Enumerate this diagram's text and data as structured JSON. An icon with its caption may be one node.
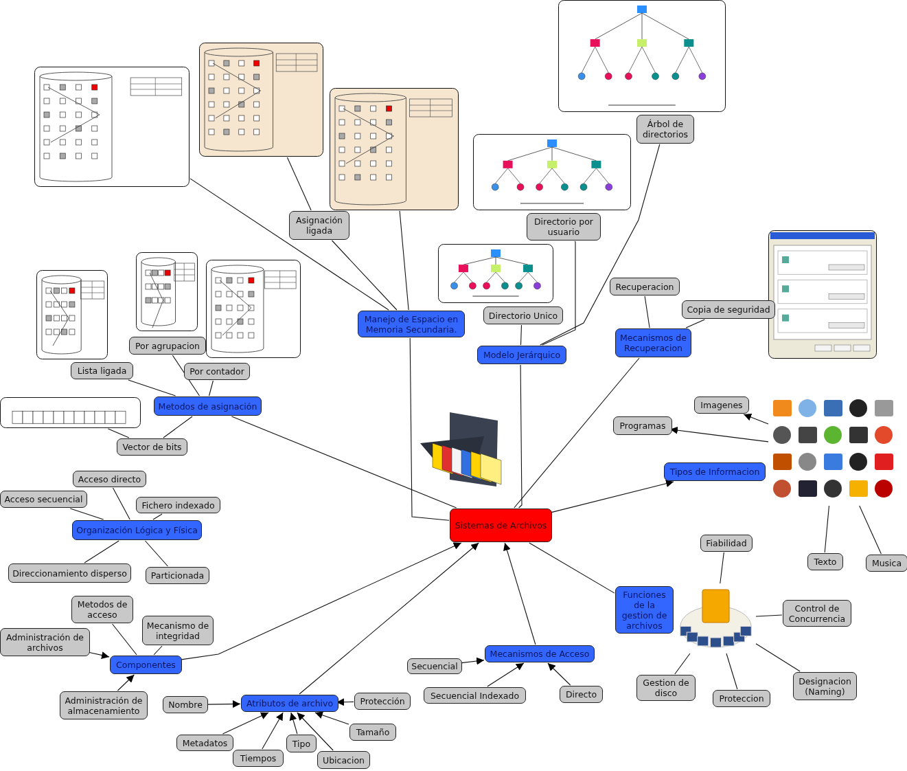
{
  "diagram": {
    "nodes": [
      {
        "text": [],
        "shape": "picture"
      },
      {
        "text": [],
        "shape": "picture"
      },
      {
        "text": [],
        "shape": "picture"
      },
      {
        "text": [],
        "shape": "picture"
      },
      {
        "text": [
          "Árbol de directorios"
        ]
      },
      {
        "text": [],
        "shape": "picture"
      },
      {
        "text": [
          "Asignación ligada"
        ]
      },
      {
        "text": [
          "Directorio por usuario"
        ]
      },
      {
        "text": [],
        "shape": "picture"
      },
      {
        "text": [],
        "shape": "picture"
      },
      {
        "text": [],
        "shape": "picture"
      },
      {
        "text": [],
        "shape": "picture"
      },
      {
        "text": [],
        "shape": "picture"
      },
      {
        "text": [
          "Recuperacion"
        ]
      },
      {
        "text": [
          "Copia de seguridad"
        ]
      },
      {
        "text": [
          "Directorio Unico"
        ]
      },
      {
        "text": [
          "Manejo de Espacio en Memoria Secundaria."
        ]
      },
      {
        "text": [
          "Mecanismos de Recuperacion"
        ]
      },
      {
        "text": [
          "Por agrupacion"
        ]
      },
      {
        "text": [
          "Modelo Jerárquico"
        ]
      },
      {
        "text": [
          "Lista ligada"
        ]
      },
      {
        "text": [
          "Por contador"
        ]
      },
      {
        "text": [
          "Metodos de asignación"
        ]
      },
      {
        "text": [],
        "shape": "picture"
      },
      {
        "text": [],
        "shape": "picture"
      },
      {
        "text": [
          "Imagenes"
        ]
      },
      {
        "text": [],
        "shape": "picture"
      },
      {
        "text": [
          "Programas"
        ]
      },
      {
        "text": [
          "Vector de bits"
        ]
      },
      {
        "text": [
          "Tipos de Informacion"
        ]
      },
      {
        "text": [
          "Acceso directo"
        ]
      },
      {
        "text": [
          "Acceso secuencial"
        ]
      },
      {
        "text": [
          "Fichero indexado"
        ]
      },
      {
        "text": [
          "Sistemas de Archivos"
        ]
      },
      {
        "text": [
          "Organización Lógica y Física"
        ]
      },
      {
        "text": [
          "Fiabilidad"
        ]
      },
      {
        "text": [
          "Texto"
        ]
      },
      {
        "text": [
          "Musica"
        ]
      },
      {
        "text": [
          "Direccionamiento disperso"
        ]
      },
      {
        "text": [
          "Particionada"
        ]
      },
      {
        "text": [
          "Funciones de la gestion de archivos"
        ]
      },
      {
        "text": [
          "Metodos de acceso"
        ]
      },
      {
        "text": [],
        "shape": "picture"
      },
      {
        "text": [
          "Control de Concurrencia"
        ]
      },
      {
        "text": [
          "Mecanismo de integridad"
        ]
      },
      {
        "text": [
          "Administración de archivos"
        ]
      },
      {
        "text": [
          "Mecanismos de Acceso"
        ]
      },
      {
        "text": [
          "Secuencial"
        ]
      },
      {
        "text": [
          "Componentes"
        ]
      },
      {
        "text": [
          "Gestion de disco"
        ]
      },
      {
        "text": [
          "Designacion (Naming)"
        ]
      },
      {
        "text": [
          "Secuencial Indexado"
        ]
      },
      {
        "text": [
          "Directo"
        ]
      },
      {
        "text": [
          "Administración de almacenamiento"
        ]
      },
      {
        "text": [
          "Nombre"
        ]
      },
      {
        "text": [
          "Atributos de archivo"
        ]
      },
      {
        "text": [
          "Protección"
        ]
      },
      {
        "text": [
          "Proteccion"
        ]
      },
      {
        "text": [
          "Tamaño"
        ]
      },
      {
        "text": [
          "Metadatos"
        ]
      },
      {
        "text": [
          "Tipo"
        ]
      },
      {
        "text": [
          "Tiempos"
        ]
      },
      {
        "text": [
          "Ubicacion"
        ]
      }
    ],
    "edges": [
      {
        "from": 1,
        "to": 16,
        "arrow": "none"
      },
      {
        "from": 2,
        "to": 6,
        "arrow": "none"
      },
      {
        "from": 6,
        "to": 16,
        "arrow": "none"
      },
      {
        "from": 3,
        "to": 16,
        "arrow": "none"
      },
      {
        "from": 16,
        "to": 33,
        "arrow": "none"
      },
      {
        "from": 4,
        "to": 19,
        "arrow": "none"
      },
      {
        "from": 7,
        "to": 19,
        "arrow": "none"
      },
      {
        "from": 15,
        "to": 19,
        "arrow": "none"
      },
      {
        "from": 19,
        "to": 33,
        "arrow": "none"
      },
      {
        "from": 13,
        "to": 17,
        "arrow": "none"
      },
      {
        "from": 14,
        "to": 17,
        "arrow": "none"
      },
      {
        "from": 17,
        "to": 33,
        "arrow": "none"
      },
      {
        "from": 18,
        "to": 22,
        "arrow": "none"
      },
      {
        "from": 21,
        "to": 22,
        "arrow": "none"
      },
      {
        "from": 20,
        "to": 22,
        "arrow": "none"
      },
      {
        "from": 23,
        "to": 28,
        "arrow": "none"
      },
      {
        "from": 28,
        "to": 22,
        "arrow": "none"
      },
      {
        "from": 22,
        "to": 33,
        "arrow": "none"
      },
      {
        "from": 24,
        "to": 25,
        "arrow": "to"
      },
      {
        "from": 24,
        "to": 27,
        "arrow": "to"
      },
      {
        "from": 33,
        "to": 29,
        "arrow": "to"
      },
      {
        "from": 24,
        "to": 36,
        "arrow": "none"
      },
      {
        "from": 24,
        "to": 37,
        "arrow": "none"
      },
      {
        "from": 30,
        "to": 34,
        "arrow": "none"
      },
      {
        "from": 31,
        "to": 34,
        "arrow": "none"
      },
      {
        "from": 32,
        "to": 34,
        "arrow": "none"
      },
      {
        "from": 34,
        "to": 38,
        "arrow": "none"
      },
      {
        "from": 34,
        "to": 39,
        "arrow": "none"
      },
      {
        "from": 33,
        "to": 40,
        "arrow": "none"
      },
      {
        "from": 35,
        "to": 42,
        "arrow": "none"
      },
      {
        "from": 42,
        "to": 43,
        "arrow": "none"
      },
      {
        "from": 42,
        "to": 49,
        "arrow": "none"
      },
      {
        "from": 42,
        "to": 57,
        "arrow": "none"
      },
      {
        "from": 42,
        "to": 50,
        "arrow": "none"
      },
      {
        "from": 41,
        "to": 48,
        "arrow": "none"
      },
      {
        "from": 44,
        "to": 48,
        "arrow": "none"
      },
      {
        "from": 45,
        "to": 48,
        "arrow": "to"
      },
      {
        "from": 53,
        "to": 48,
        "arrow": "to"
      },
      {
        "from": 48,
        "to": 33,
        "arrow": "to"
      },
      {
        "from": 47,
        "to": 46,
        "arrow": "to"
      },
      {
        "from": 51,
        "to": 46,
        "arrow": "to"
      },
      {
        "from": 52,
        "to": 46,
        "arrow": "to"
      },
      {
        "from": 46,
        "to": 33,
        "arrow": "to"
      },
      {
        "from": 54,
        "to": 55,
        "arrow": "to"
      },
      {
        "from": 56,
        "to": 55,
        "arrow": "to"
      },
      {
        "from": 58,
        "to": 55,
        "arrow": "to"
      },
      {
        "from": 59,
        "to": 55,
        "arrow": "to"
      },
      {
        "from": 61,
        "to": 55,
        "arrow": "to"
      },
      {
        "from": 60,
        "to": 55,
        "arrow": "to"
      },
      {
        "from": 62,
        "to": 55,
        "arrow": "to"
      },
      {
        "from": 55,
        "to": 33,
        "arrow": "to"
      }
    ]
  }
}
